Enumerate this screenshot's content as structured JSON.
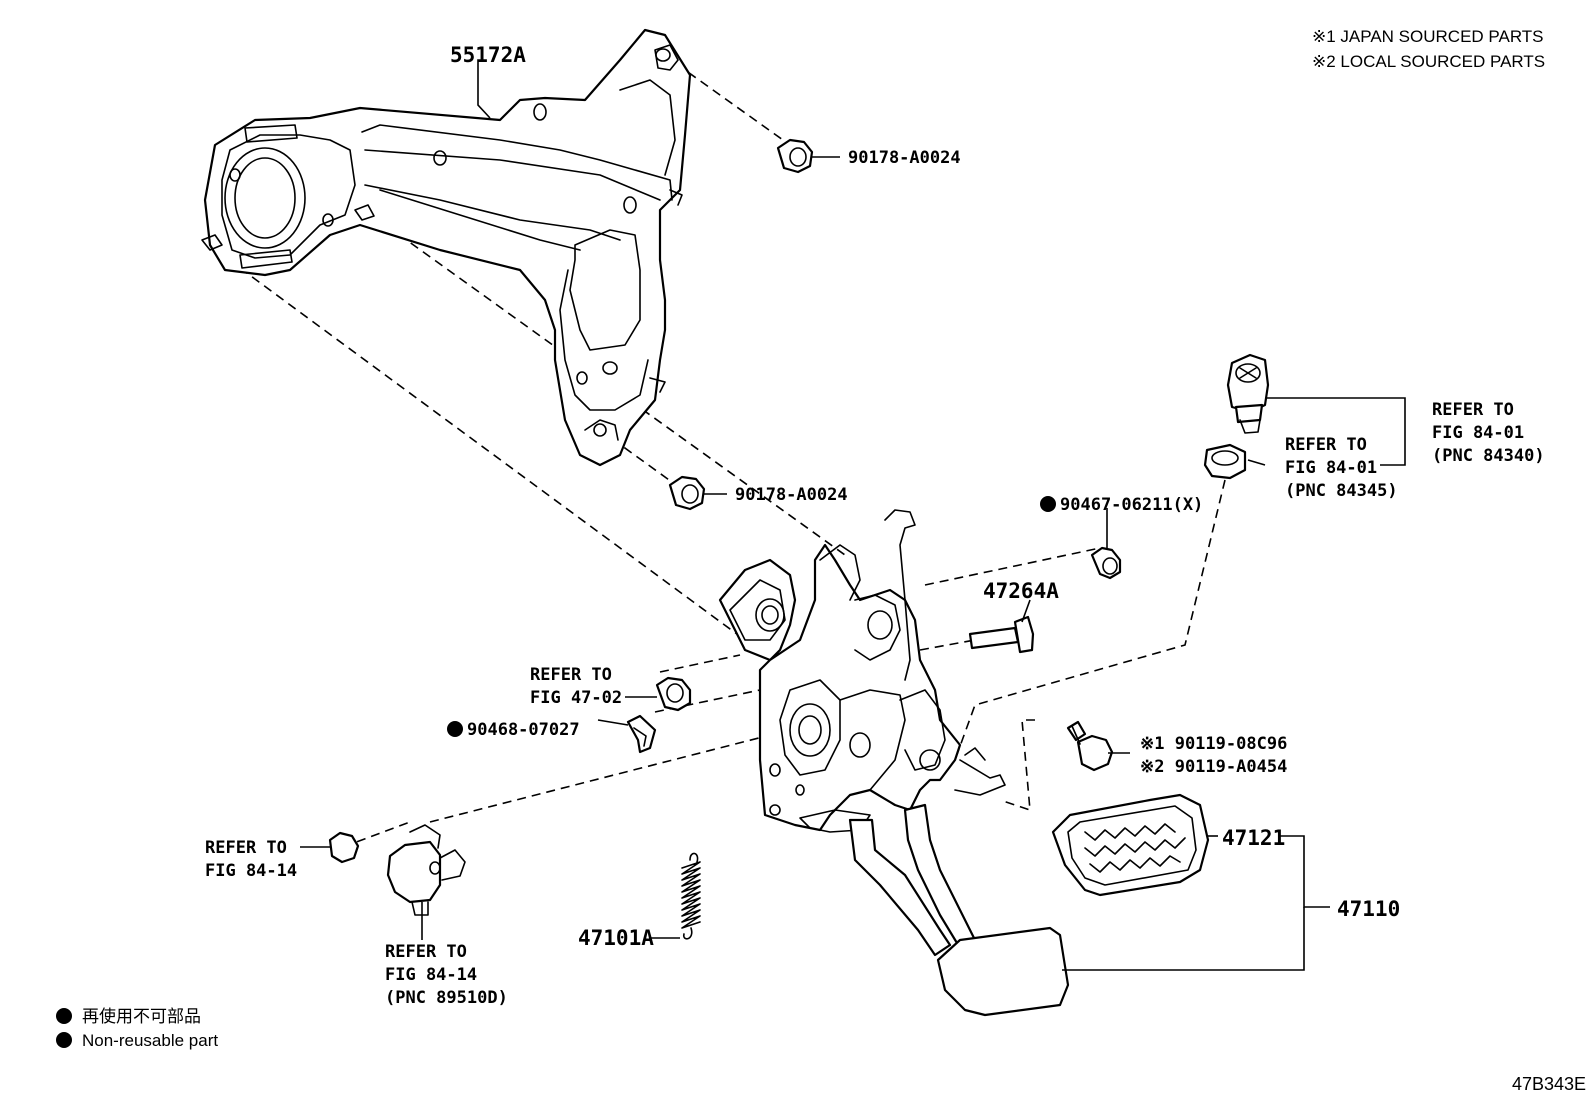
{
  "legend_top": {
    "line1": "※1 JAPAN SOURCED PARTS",
    "line2": "※2 LOCAL SOURCED PARTS"
  },
  "legend_bottom": {
    "jp": "再使用不可部品",
    "en": "Non-reusable part"
  },
  "figure_code": "47B343E",
  "parts": {
    "bracket": "55172A",
    "nut_upper": "90178-A0024",
    "nut_lower": "90178-A0024",
    "clip_bolt": "90467-06211(X)",
    "pin": "47264A",
    "clip": "90468-07027",
    "bolt_jp": "※1 90119-08C96",
    "bolt_local": "※2 90119-A0454",
    "pad": "47121",
    "pedal_assy": "47110",
    "spring": "47101A"
  },
  "refs": {
    "switch_top": {
      "l1": "REFER TO",
      "l2": "FIG 84-01",
      "l3": "(PNC 84340)"
    },
    "switch_cushion": {
      "l1": "REFER TO",
      "l2": "FIG 84-01",
      "l3": "(PNC 84345)"
    },
    "booster": {
      "l1": "REFER TO",
      "l2": "FIG 47-02"
    },
    "sensor_nut": {
      "l1": "REFER TO",
      "l2": "FIG 84-14"
    },
    "sensor": {
      "l1": "REFER TO",
      "l2": "FIG 84-14",
      "l3": "(PNC 89510D)"
    }
  }
}
